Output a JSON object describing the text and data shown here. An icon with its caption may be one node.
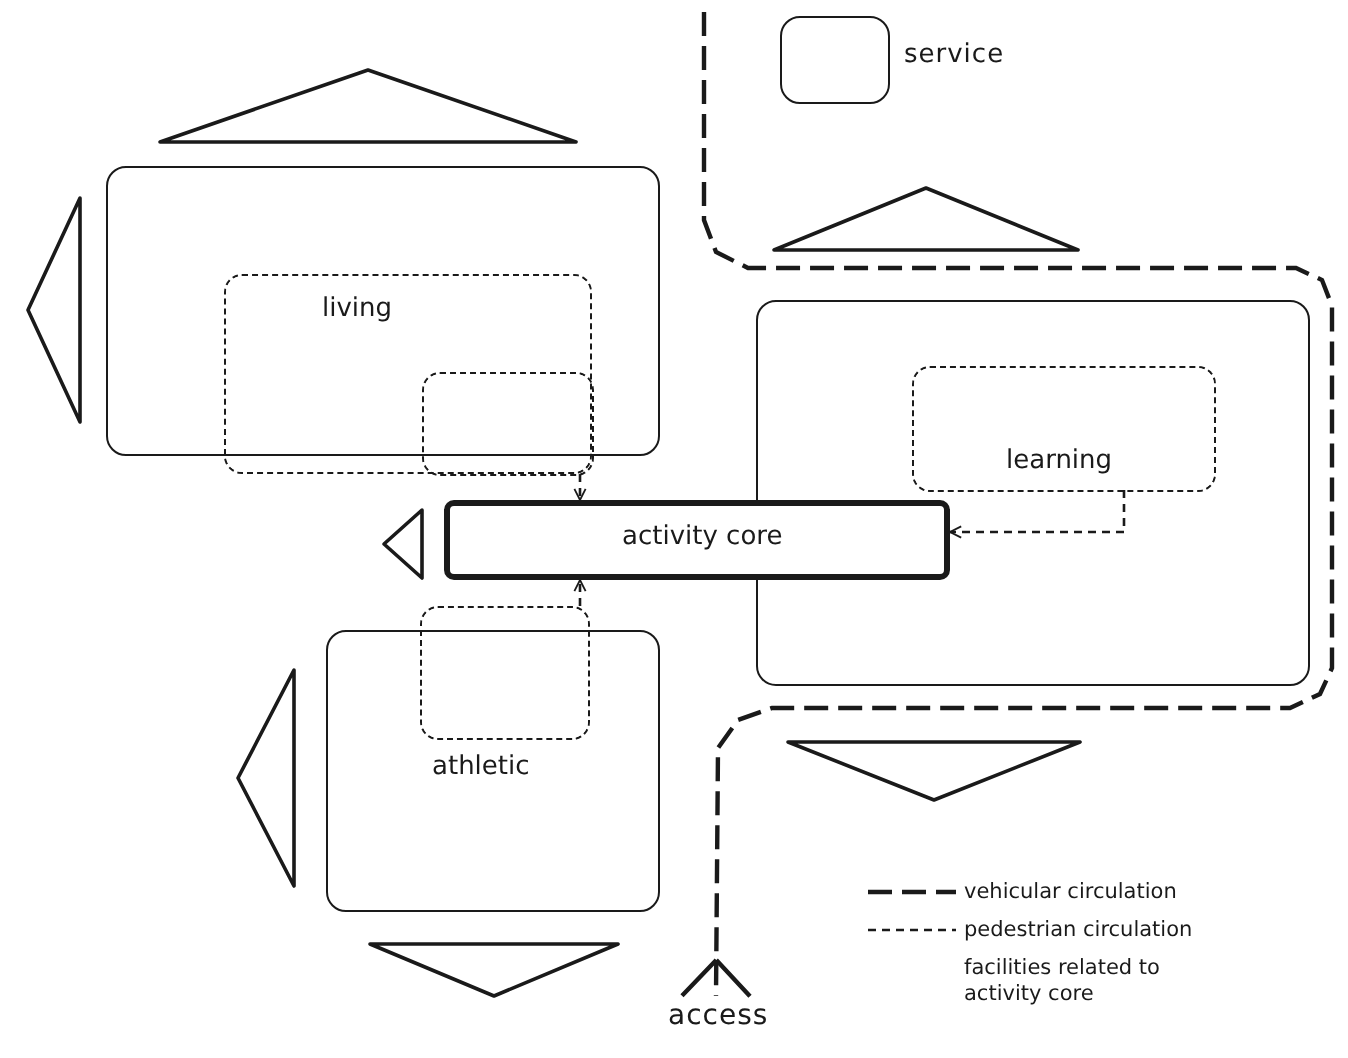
{
  "diagram": {
    "nodes": [
      {
        "text": [],
        "shape": "box",
        "beside": [
          "service"
        ]
      },
      {
        "text": [],
        "shape": "triangle"
      },
      {
        "text": [],
        "shape": "triangle"
      },
      {
        "text": [],
        "shape": "box"
      },
      {
        "text": [
          "living"
        ]
      },
      {
        "text": [],
        "shape": "box",
        "in": 4
      },
      {
        "text": [],
        "shape": "triangle"
      },
      {
        "text": [],
        "shape": "box"
      },
      {
        "text": [
          "learning"
        ],
        "in": 7
      },
      {
        "text": [],
        "shape": "triangle"
      },
      {
        "text": [
          "activity core"
        ]
      },
      {
        "text": [],
        "shape": "triangle"
      },
      {
        "text": [
          "athletic"
        ]
      },
      {
        "text": [],
        "shape": "box"
      },
      {
        "text": [],
        "shape": "triangle"
      },
      {
        "text": [],
        "shape": "triangle"
      },
      {
        "text": [
          "access"
        ]
      }
    ],
    "edges": [
      {
        "from": 5,
        "to": 10,
        "arrow": "to",
        "style": "dashed"
      },
      {
        "from": 8,
        "to": 10,
        "arrow": "to",
        "style": "dashed"
      },
      {
        "from": 13,
        "to": 10,
        "arrow": "to",
        "style": "dashed"
      },
      {
        "from": null,
        "to": 16,
        "arrow": "other",
        "style": "dashed"
      }
    ],
    "legend": [
      {
        "text": "vehicular circulation"
      },
      {
        "text": "pedestrian circulation"
      },
      {
        "text": "facilities related to activity core"
      }
    ]
  }
}
